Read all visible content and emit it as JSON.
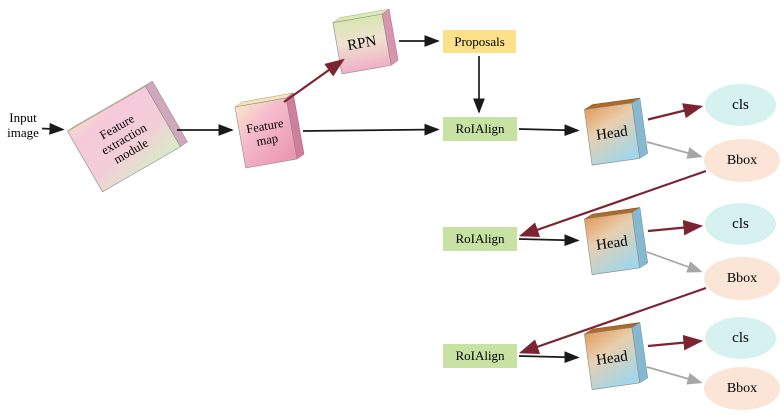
{
  "diagram": {
    "nodes": {
      "input_label": "Input\nimage",
      "feature_extraction": "Feature\nextraction\nmodule",
      "feature_map": "Feature\nmap",
      "rpn": "RPN",
      "proposals": "Proposals",
      "roialign_1": "RoIAlign",
      "roialign_2": "RoIAlign",
      "roialign_3": "RoIAlign",
      "head_1": "Head",
      "head_2": "Head",
      "head_3": "Head",
      "cls_1": "cls",
      "cls_2": "cls",
      "cls_3": "cls",
      "bbox_1": "Bbox",
      "bbox_2": "Bbox",
      "bbox_3": "Bbox"
    },
    "colors": {
      "proposals_fill": "#fce189",
      "roialign_fill": "#c8e2a3",
      "cls_fill": "#d6f2f0",
      "bbox_fill": "#fbe5d6",
      "arrow_black": "#1a1a1a",
      "arrow_maroon": "#7d2433",
      "arrow_gray": "#a6a6a6"
    }
  }
}
